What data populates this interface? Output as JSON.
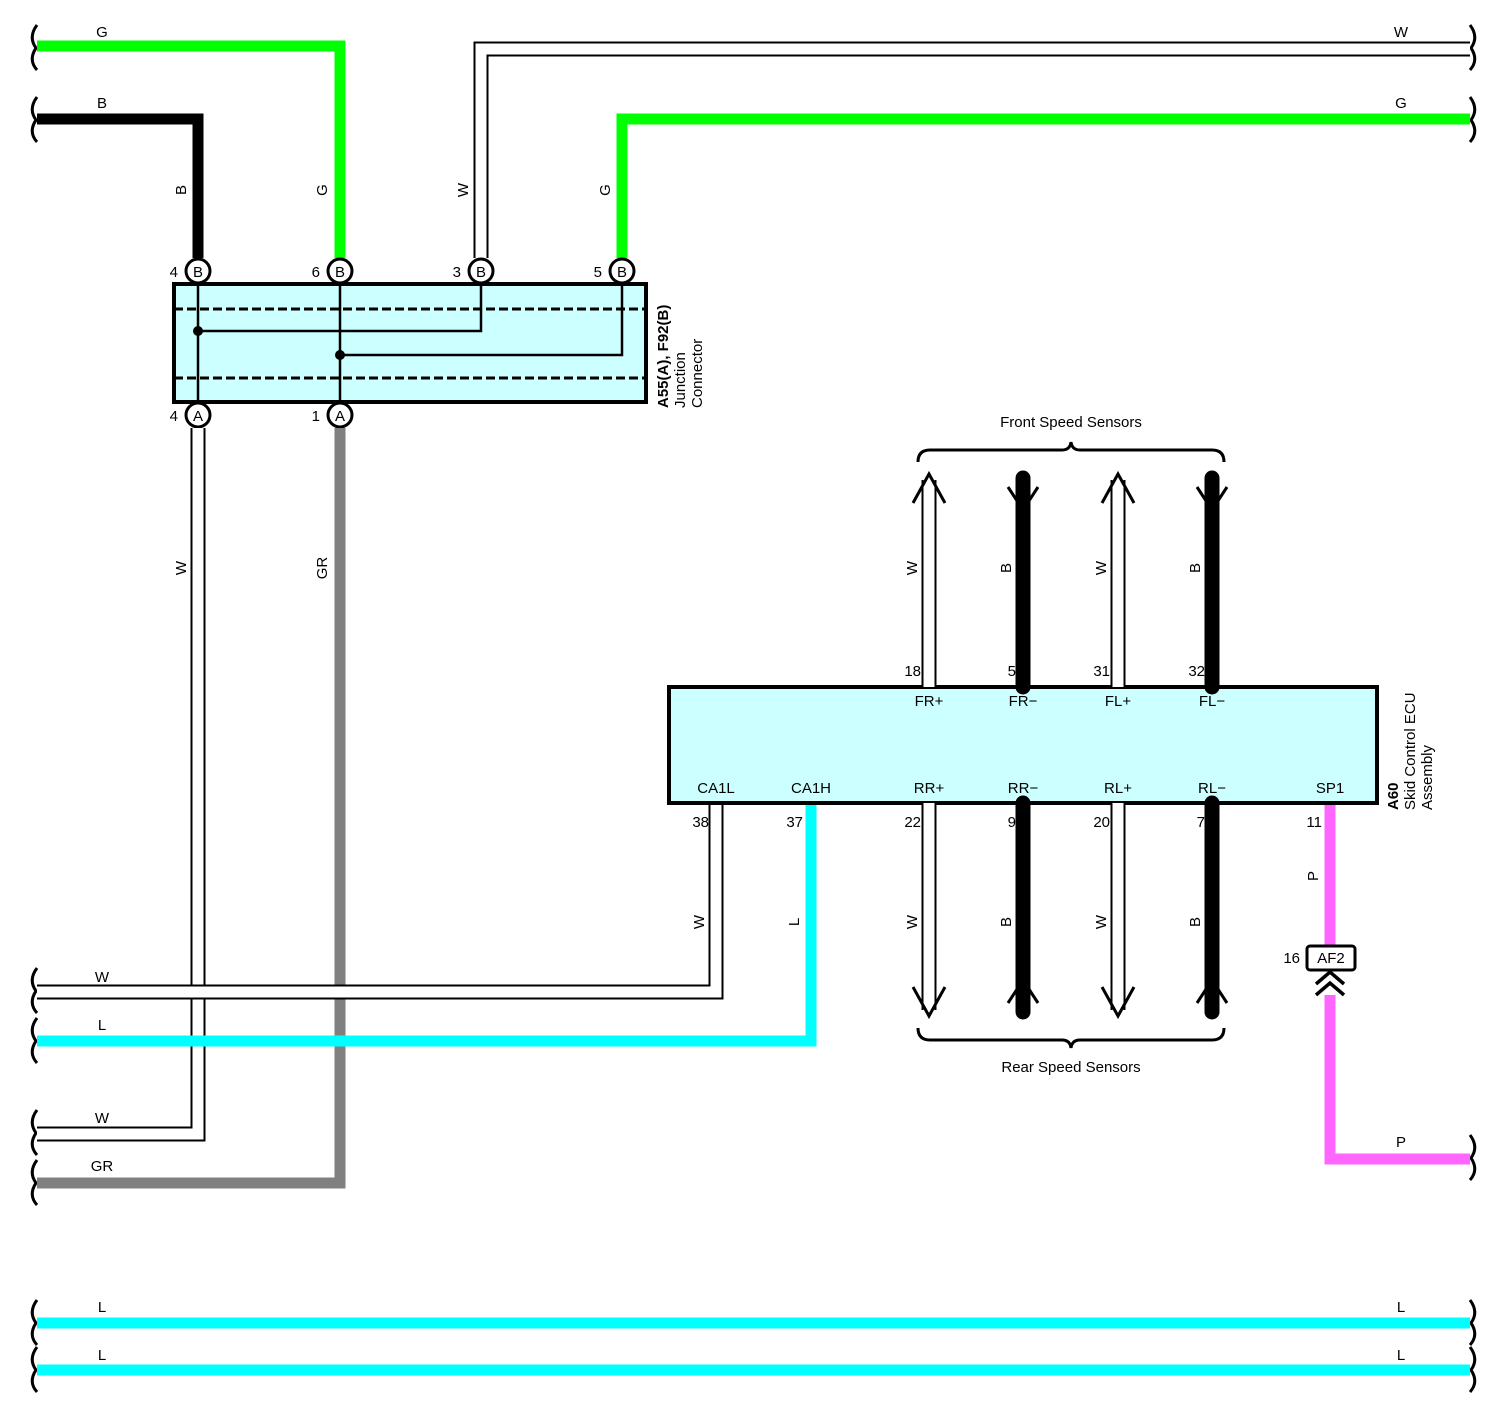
{
  "colors": {
    "G": "#00ff00",
    "B": "#000000",
    "W": "#ffffff",
    "GR": "#808080",
    "L": "#00ffff",
    "P": "#ff66ff",
    "box_fill": "#ccffff"
  },
  "junction": {
    "code": "A55(A), F92(B)",
    "name_line1": "Junction",
    "name_line2": "Connector",
    "pins_b": [
      {
        "num": "4",
        "letter": "B"
      },
      {
        "num": "6",
        "letter": "B"
      },
      {
        "num": "3",
        "letter": "B"
      },
      {
        "num": "5",
        "letter": "B"
      }
    ],
    "pins_a": [
      {
        "num": "4",
        "letter": "A"
      },
      {
        "num": "1",
        "letter": "A"
      }
    ]
  },
  "ecu": {
    "code": "A60",
    "name_line1": "Skid Control ECU",
    "name_line2": "Assembly",
    "top_terminals": [
      "FR+",
      "FR−",
      "FL+",
      "FL−"
    ],
    "top_pins": [
      "18",
      "5",
      "31",
      "32"
    ],
    "bottom_terminals": [
      "CA1L",
      "CA1H",
      "RR+",
      "RR−",
      "RL+",
      "RL−",
      "SP1"
    ],
    "bottom_pins": [
      "38",
      "37",
      "22",
      "9",
      "20",
      "7",
      "11"
    ]
  },
  "sensors": {
    "front_label": "Front Speed Sensors",
    "rear_label": "Rear Speed Sensors"
  },
  "connector_af2": {
    "num": "16",
    "code": "AF2"
  },
  "wire_labels": {
    "top_left_g": "G",
    "top_left_b": "B",
    "top_right_w": "W",
    "top_right_g": "G",
    "riser_b": "B",
    "riser_g": "G",
    "riser_w": "W",
    "riser_g2": "G",
    "down_w": "W",
    "down_gr": "GR",
    "front_w1": "W",
    "front_b1": "B",
    "front_w2": "W",
    "front_b2": "B",
    "rear_w1": "W",
    "rear_b1": "B",
    "rear_w2": "W",
    "rear_b2": "B",
    "ca1l_w": "W",
    "ca1h_l": "L",
    "sp1_p": "P",
    "left_w1": "W",
    "left_l1": "L",
    "left_w2": "W",
    "left_gr": "GR",
    "right_p": "P",
    "bus1_left": "L",
    "bus1_right": "L",
    "bus2_left": "L",
    "bus2_right": "L"
  }
}
